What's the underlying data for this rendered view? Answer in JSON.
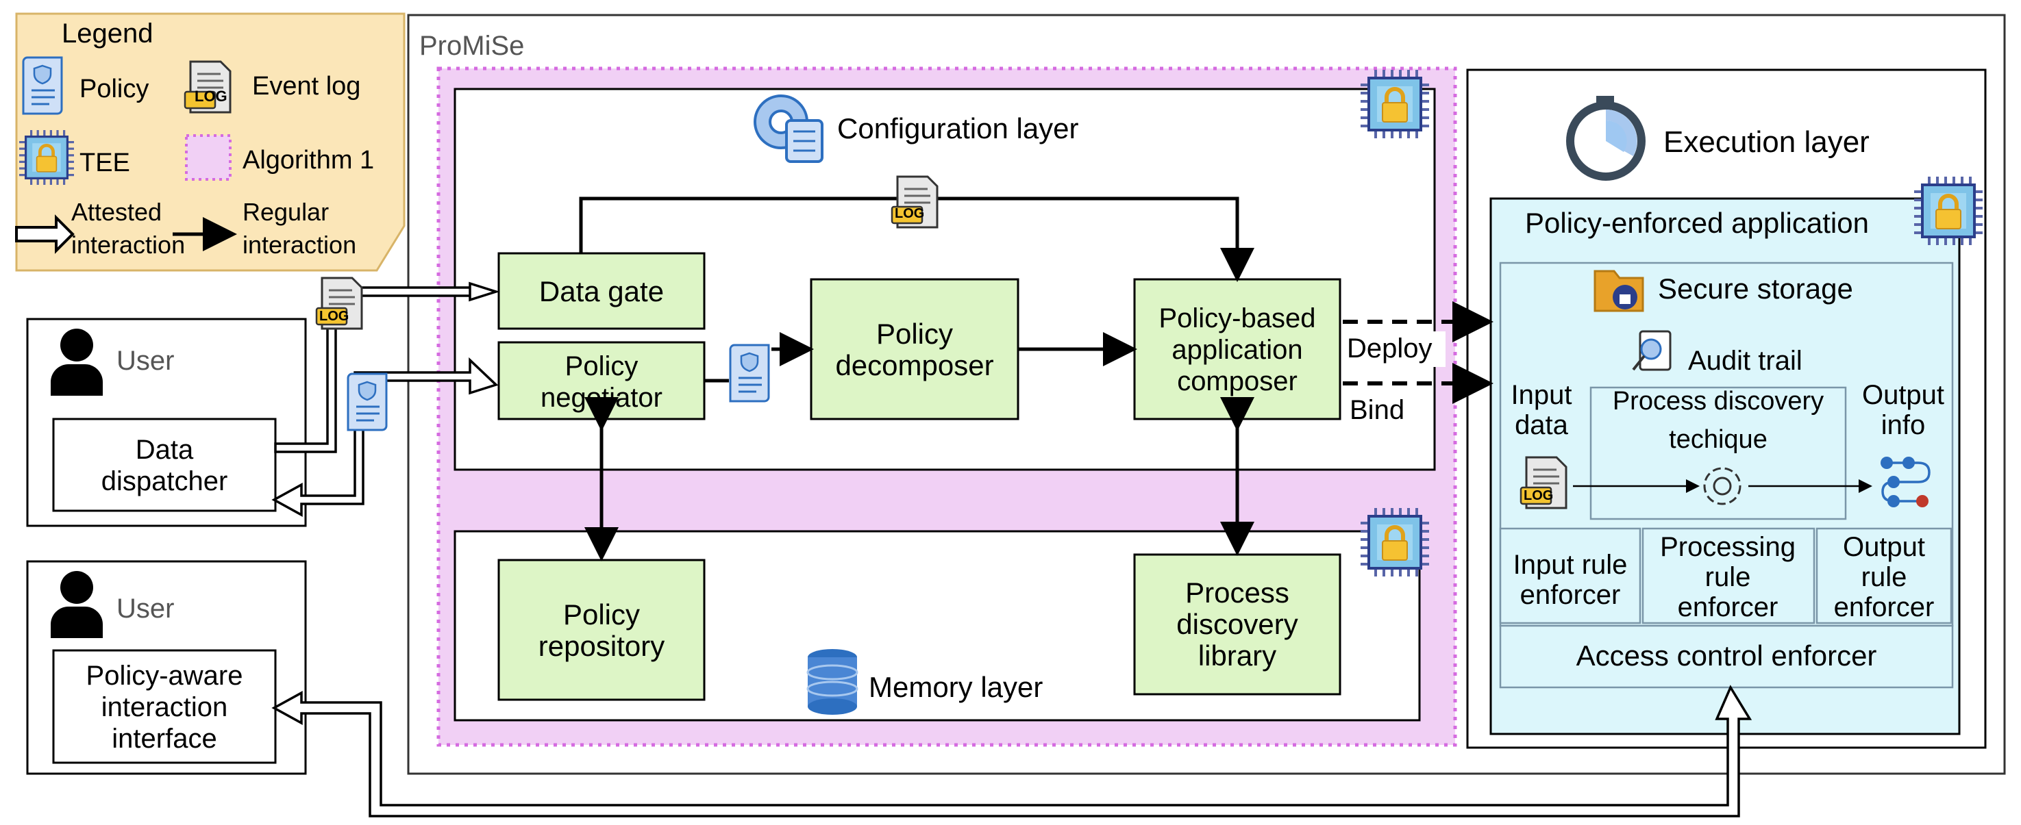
{
  "legend": {
    "title": "Legend",
    "policy": "Policy",
    "event_log": "Event log",
    "tee": "TEE",
    "algorithm": "Algorithm 1",
    "attested_1": "Attested",
    "attested_2": "interaction",
    "regular_1": "Regular",
    "regular_2": "interaction"
  },
  "icons": {
    "log_text": "LOG"
  },
  "promise": {
    "title": "ProMiSe"
  },
  "config": {
    "title": "Configuration layer",
    "data_gate": "Data gate",
    "negotiator": [
      "Policy",
      "negotiator"
    ],
    "decomposer": [
      "Policy",
      "decomposer"
    ],
    "composer": [
      "Policy-based",
      "application",
      "composer"
    ]
  },
  "memory": {
    "title": "Memory layer",
    "repository": [
      "Policy",
      "repository"
    ],
    "library": [
      "Process",
      "discovery",
      "library"
    ]
  },
  "users": {
    "user1": "User",
    "dispatcher": [
      "Data",
      "dispatcher"
    ],
    "user2": "User",
    "interface": [
      "Policy-aware",
      "interaction",
      "interface"
    ]
  },
  "execution": {
    "title": "Execution layer",
    "app_title": "Policy-enforced application",
    "storage": "Secure storage",
    "audit": "Audit trail",
    "input_data": [
      "Input",
      "data"
    ],
    "technique": [
      "Process discovery",
      "techique"
    ],
    "output_info": [
      "Output",
      "info"
    ],
    "input_rule": [
      "Input rule",
      "enforcer"
    ],
    "processing_rule": [
      "Processing",
      "rule",
      "enforcer"
    ],
    "output_rule": [
      "Output",
      "rule",
      "enforcer"
    ],
    "access": "Access control enforcer"
  },
  "edges": {
    "deploy": "Deploy",
    "bind": "Bind"
  },
  "colors": {
    "box_green": "#ddf5c6",
    "app_cyan": "#dcf6fb",
    "algorithm_pink": "#f1d0f5",
    "algorithm_border": "#d56be0",
    "legend_bg": "#fbe6b8",
    "legend_border": "#d8b468",
    "icon_blue": "#2d6fc0",
    "icon_light_blue": "#a8c8ef",
    "log_yellow": "#f4c430"
  }
}
